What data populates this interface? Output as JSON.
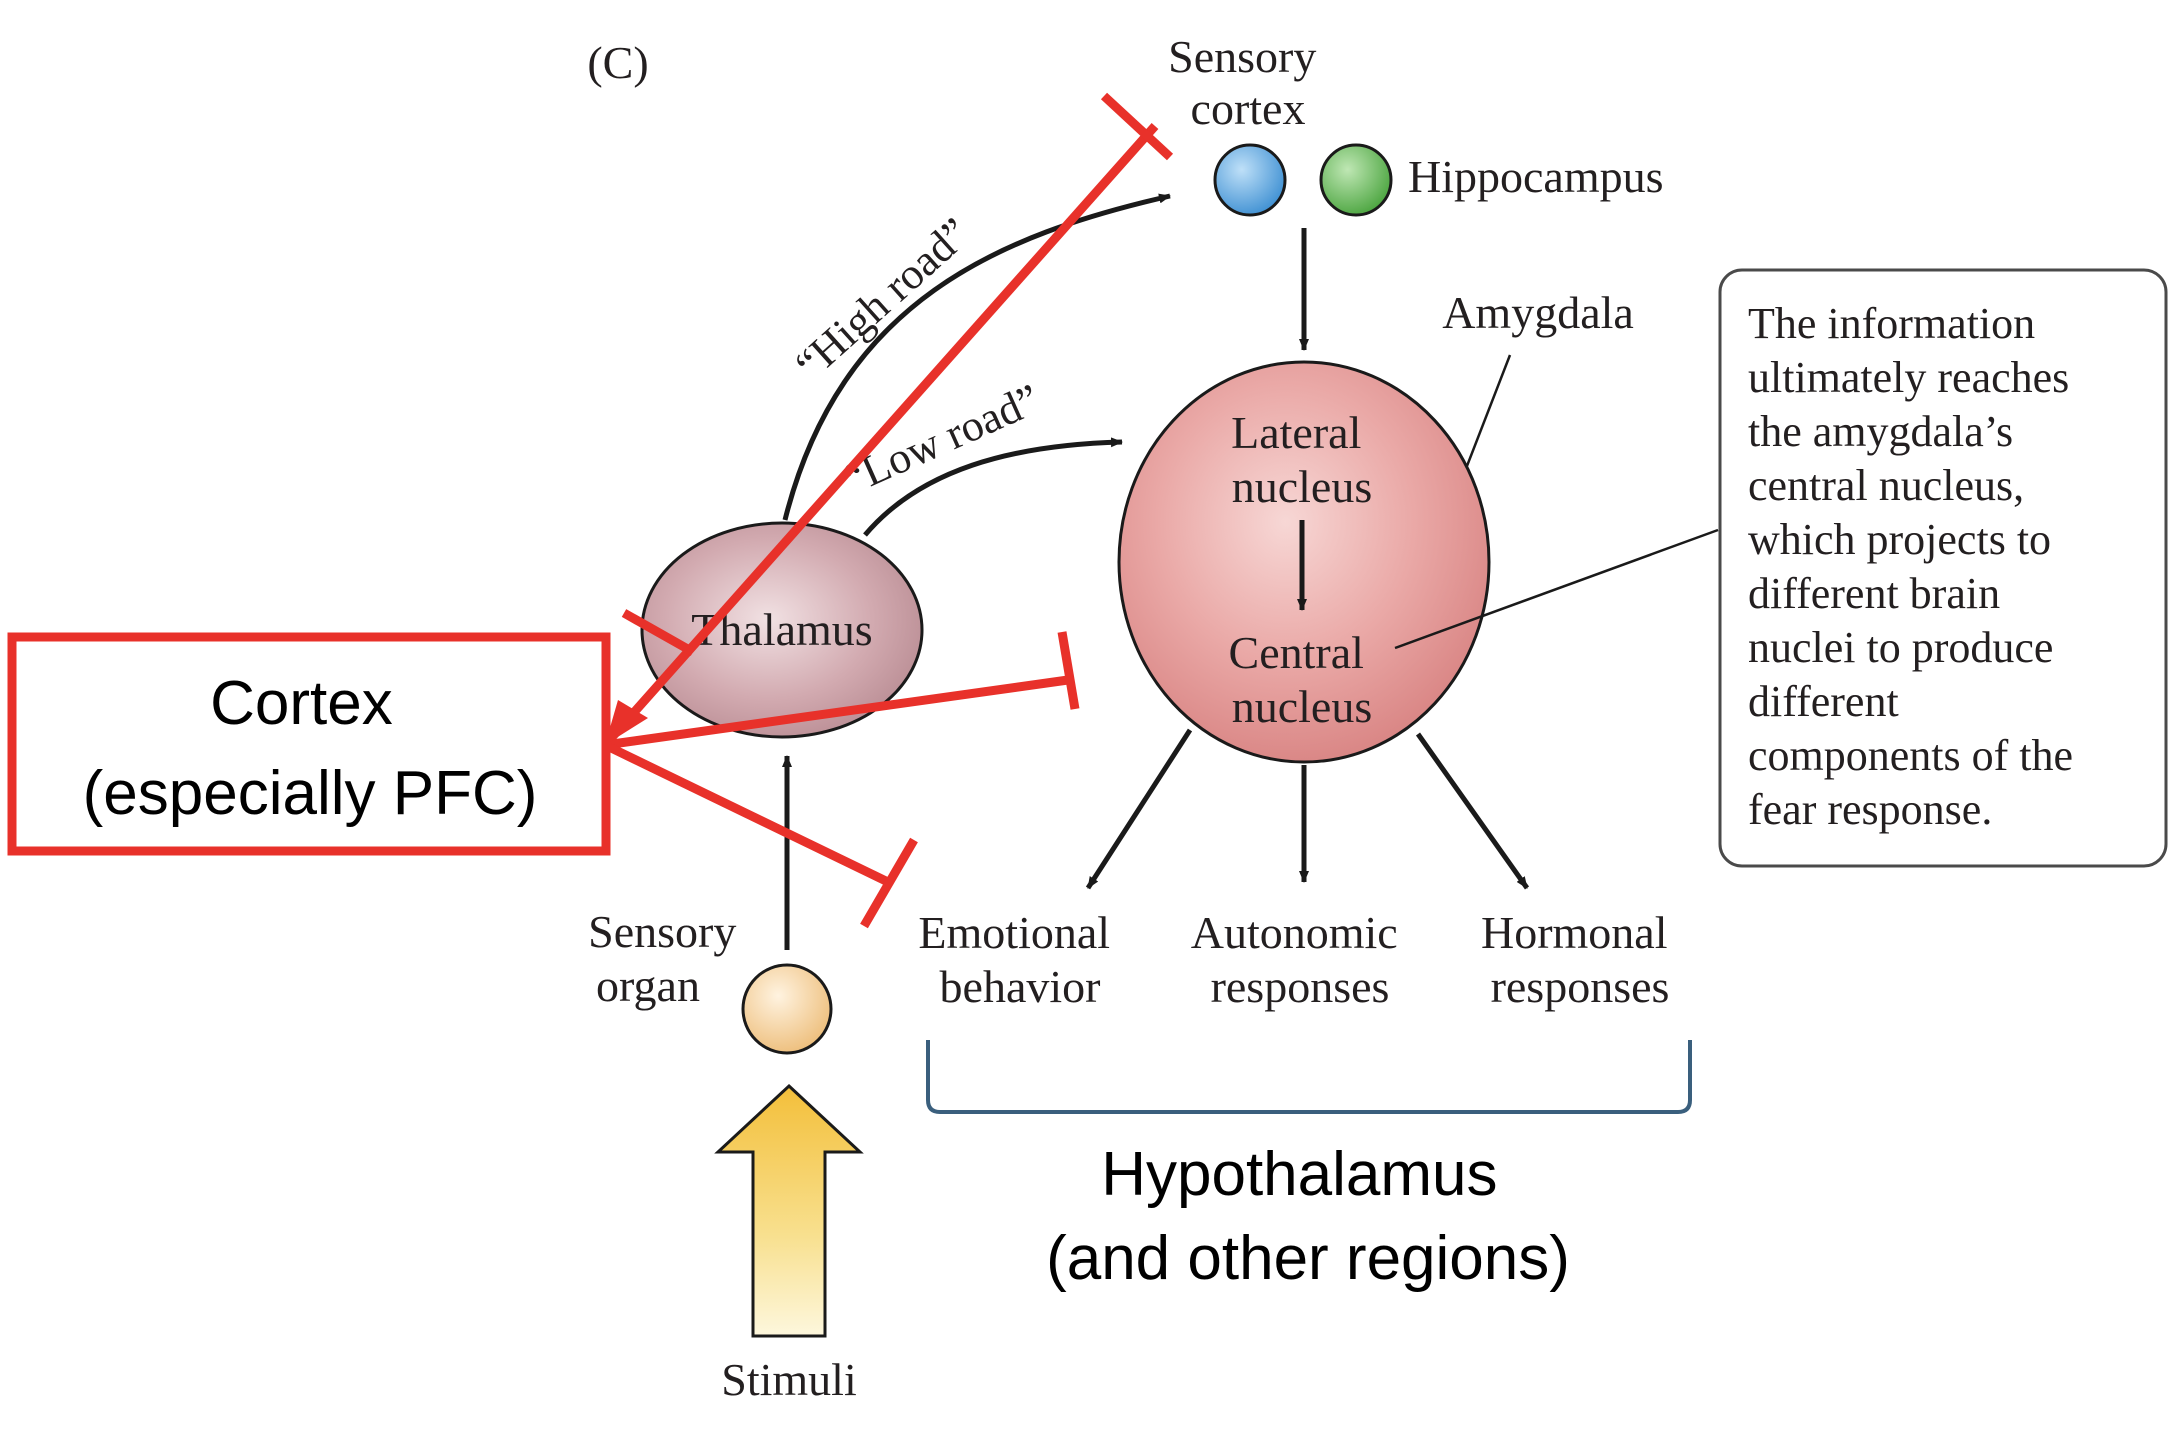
{
  "panel_label": "(C)",
  "nodes": {
    "sensory_cortex": [
      "Sensory",
      "cortex"
    ],
    "hippocampus": "Hippocampus",
    "amygdala": "Amygdala",
    "lateral_nucleus": [
      "Lateral",
      "nucleus"
    ],
    "central_nucleus": [
      "Central",
      "nucleus"
    ],
    "thalamus": "Thalamus",
    "sensory_organ": [
      "Sensory",
      "organ"
    ],
    "stimuli": "Stimuli"
  },
  "roads": {
    "high": "“High road”",
    "low": "“Low road”"
  },
  "outputs": {
    "emotional": [
      "Emotional",
      "behavior"
    ],
    "autonomic": [
      "Autonomic",
      "responses"
    ],
    "hormonal": [
      "Hormonal",
      "responses"
    ]
  },
  "info_box": [
    "The information",
    "ultimately reaches",
    "the amygdala’s",
    "central nucleus,",
    "which projects to",
    "different brain",
    "nuclei to produce",
    "different",
    "components of the",
    "fear response."
  ],
  "cortex_box": [
    "Cortex",
    "(especially PFC)"
  ],
  "hypothalamus": [
    "Hypothalamus",
    "(and other regions)"
  ],
  "colors": {
    "inhibitory_red": "#e8312a",
    "bracket_blue": "#3a5f7d",
    "sensory_cortex_blue": "#4a9ad8",
    "hippocampus_green": "#55b048",
    "amygdala_pink": "#e49d9d",
    "thalamus_mauve": "#c99ea4",
    "sensory_organ_tan": "#f1c98d",
    "stimulus_yellow": "#f4c542"
  }
}
